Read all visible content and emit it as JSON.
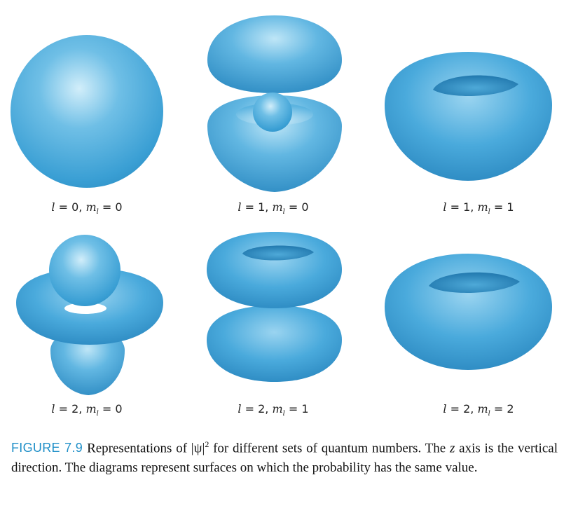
{
  "panels": [
    {
      "id": "l0m0",
      "l": "0",
      "m": "0"
    },
    {
      "id": "l1m0",
      "l": "1",
      "m": "0"
    },
    {
      "id": "l1m1",
      "l": "1",
      "m": "1"
    },
    {
      "id": "l2m0",
      "l": "2",
      "m": "0"
    },
    {
      "id": "l2m1",
      "l": "2",
      "m": "1"
    },
    {
      "id": "l2m2",
      "l": "2",
      "m": "2"
    }
  ],
  "caption": {
    "label": "FIGURE 7.9",
    "text_a": "Representations of |ψ|",
    "exp": "2",
    "text_b": " for different sets of quantum numbers. The ",
    "z": "z",
    "text_c": " axis is the vertical direction. The diagrams represent surfaces on which the probability has the same value."
  },
  "colors": {
    "surface": "#3fa6d8",
    "highlight": "#bfe6f7",
    "shadow": "#1c78ad",
    "caption_label": "#1f8fc8"
  }
}
